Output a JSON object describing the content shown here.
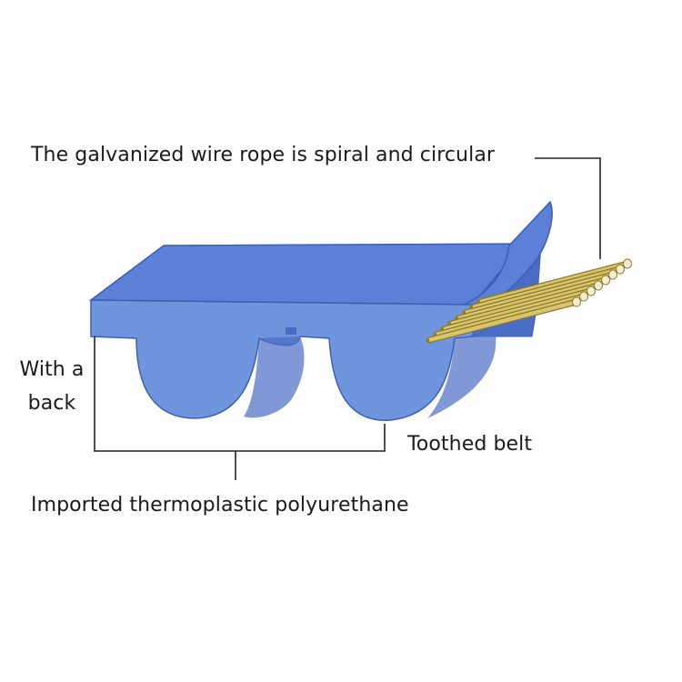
{
  "labels": {
    "wire_rope": "The galvanized wire rope is spiral and circular",
    "with_a_back": "With a back",
    "toothed_belt": "Toothed belt",
    "material": "Imported thermoplastic polyurethane"
  },
  "colors": {
    "belt_top": "#5b80d6",
    "belt_front": "#6f95dc",
    "belt_side": "#4a6cc4",
    "belt_outline": "#3a5fb8",
    "wire_fill": "#d8c46a",
    "wire_edge": "#8c7a2e",
    "leader_line": "#222222"
  }
}
